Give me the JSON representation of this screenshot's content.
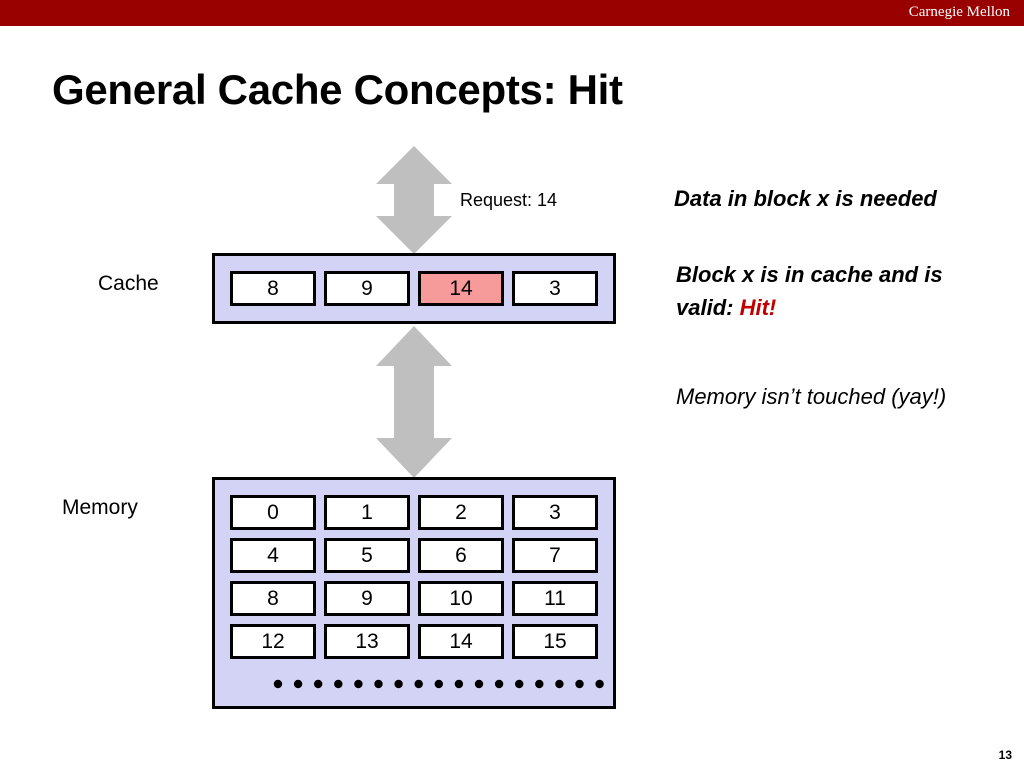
{
  "header": {
    "brand": "Carnegie Mellon"
  },
  "title": "General Cache Concepts: Hit",
  "request_label": "Request: 14",
  "cache": {
    "label": "Cache",
    "blocks": [
      "8",
      "9",
      "14",
      "3"
    ],
    "hit_block": "14"
  },
  "memory": {
    "label": "Memory",
    "rows": [
      [
        "0",
        "1",
        "2",
        "3"
      ],
      [
        "4",
        "5",
        "6",
        "7"
      ],
      [
        "8",
        "9",
        "10",
        "11"
      ],
      [
        "12",
        "13",
        "14",
        "15"
      ]
    ],
    "ellipsis_dots": 17
  },
  "notes": {
    "note1": "Data in block x is needed",
    "note2_prefix": "Block x is in cache and is valid: ",
    "note2_hit": "Hit!",
    "note3": "Memory isn’t touched (yay!)"
  },
  "colors": {
    "header_bar": "#990000",
    "panel_fill": "#d3d3f5",
    "hit_fill": "#f79a9a",
    "hit_text": "#c00000",
    "arrow": "#bfbfbf"
  },
  "page_number": "13"
}
